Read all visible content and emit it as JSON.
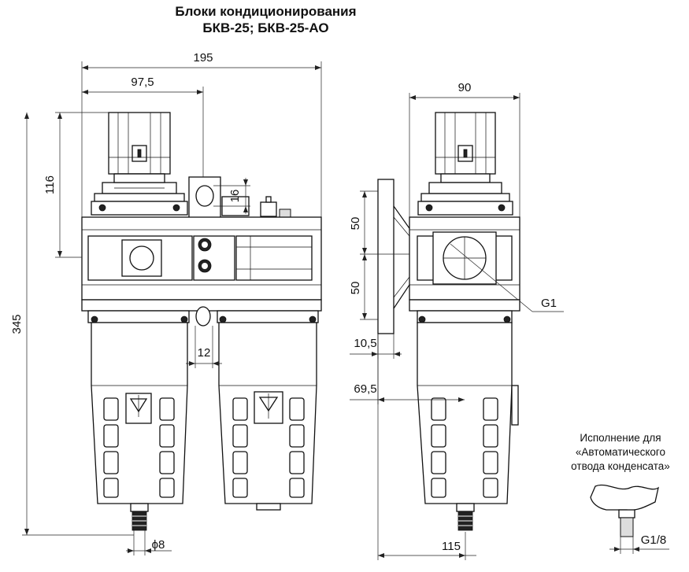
{
  "title": {
    "line1": "Блоки кондиционирования",
    "line2": "БКВ-25; БКВ-25-АО"
  },
  "note": {
    "line1": "Исполнение для",
    "line2": "«Автоматического",
    "line3": "отвода конденсата»"
  },
  "dimensions": {
    "d195": "195",
    "d97_5": "97,5",
    "d116": "116",
    "d16": "16",
    "d345": "345",
    "d12": "12",
    "d8": "ϕ8",
    "d90": "90",
    "d50a": "50",
    "d50b": "50",
    "d10_5": "10,5",
    "d69_5": "69,5",
    "d115": "115",
    "g1": "G1",
    "g1_8": "G1/8"
  }
}
